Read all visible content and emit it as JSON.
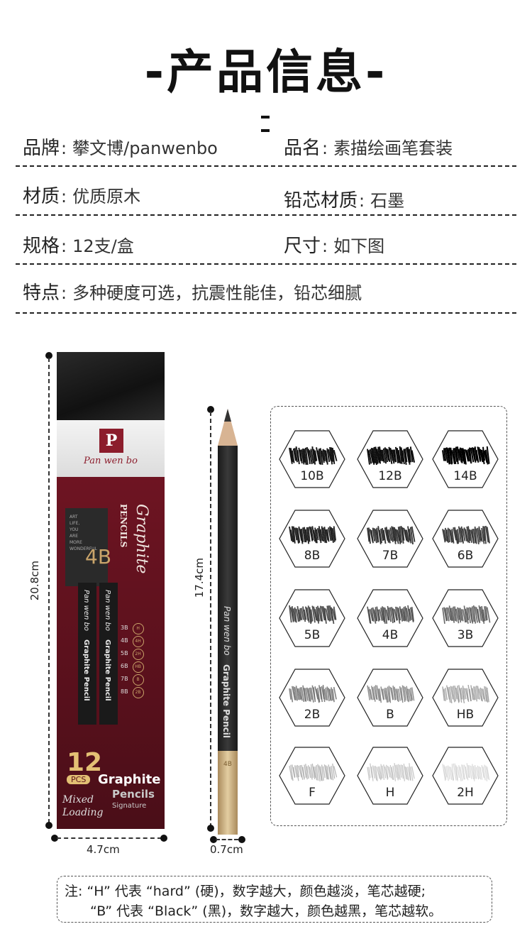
{
  "title": "-产品信息-",
  "specs": {
    "brand_label": "品牌",
    "brand_value": "攀文博/panwenbo",
    "name_label": "品名",
    "name_value": "素描绘画笔套装",
    "material_label": "材质",
    "material_value": "优质原木",
    "lead_label": "铅芯材质",
    "lead_value": "石墨",
    "size_label": "规格",
    "size_value": "12支/盒",
    "dim_label": "尺寸",
    "dim_value": "如下图",
    "feature_label": "特点",
    "feature_value": "多种硬度可选，抗震性能佳，铅芯细腻",
    "separator": ":"
  },
  "box": {
    "logo_letter": "P",
    "logo_text": "Pan wen bo",
    "grade": "4B",
    "tagline": "ART LIFE, YOU ARE MORE WONDERFUL",
    "script_title": "Graphite",
    "pencils_word": "PENCILS",
    "pencil_brand": "Pan wen bo",
    "pencil_text": "Graphite Pencil",
    "grades_left": [
      "3B",
      "4B",
      "5B",
      "6B",
      "7B",
      "8B"
    ],
    "grades_right": [
      "H",
      "4H",
      "2H",
      "HB",
      "B",
      "2B"
    ],
    "count": "12",
    "pcs": "PCS",
    "graphite": "Graphite",
    "pencils": "Pencils",
    "signature": "Signature",
    "mixed": "Mixed",
    "loading": "Loading"
  },
  "pencil": {
    "brand": "Pan wen bo",
    "text": "Graphite Pencil",
    "end_text": "4B"
  },
  "dimensions": {
    "box_height": "20.8cm",
    "box_width": "4.7cm",
    "pencil_height": "17.4cm",
    "pencil_width": "0.7cm"
  },
  "samples": [
    {
      "label": "10B",
      "darkness": 0.95
    },
    {
      "label": "12B",
      "darkness": 0.97
    },
    {
      "label": "14B",
      "darkness": 1.0
    },
    {
      "label": "8B",
      "darkness": 0.9
    },
    {
      "label": "7B",
      "darkness": 0.85
    },
    {
      "label": "6B",
      "darkness": 0.82
    },
    {
      "label": "5B",
      "darkness": 0.78
    },
    {
      "label": "4B",
      "darkness": 0.74
    },
    {
      "label": "3B",
      "darkness": 0.7
    },
    {
      "label": "2B",
      "darkness": 0.62
    },
    {
      "label": "B",
      "darkness": 0.56
    },
    {
      "label": "HB",
      "darkness": 0.48
    },
    {
      "label": "F",
      "darkness": 0.4
    },
    {
      "label": "H",
      "darkness": 0.34
    },
    {
      "label": "2H",
      "darkness": 0.26
    }
  ],
  "note": {
    "line1": "注: “H” 代表 “hard” (硬)，数字越大，颜色越淡，笔芯越硬;",
    "line2": "“B” 代表 “Black” (黑)，数字越大，颜色越黑，笔芯越软。"
  },
  "colors": {
    "box_red": "#6e1422",
    "box_gold": "#e3c074",
    "pencil_black": "#1a1a1a",
    "pencil_wood": "#d8b493"
  }
}
